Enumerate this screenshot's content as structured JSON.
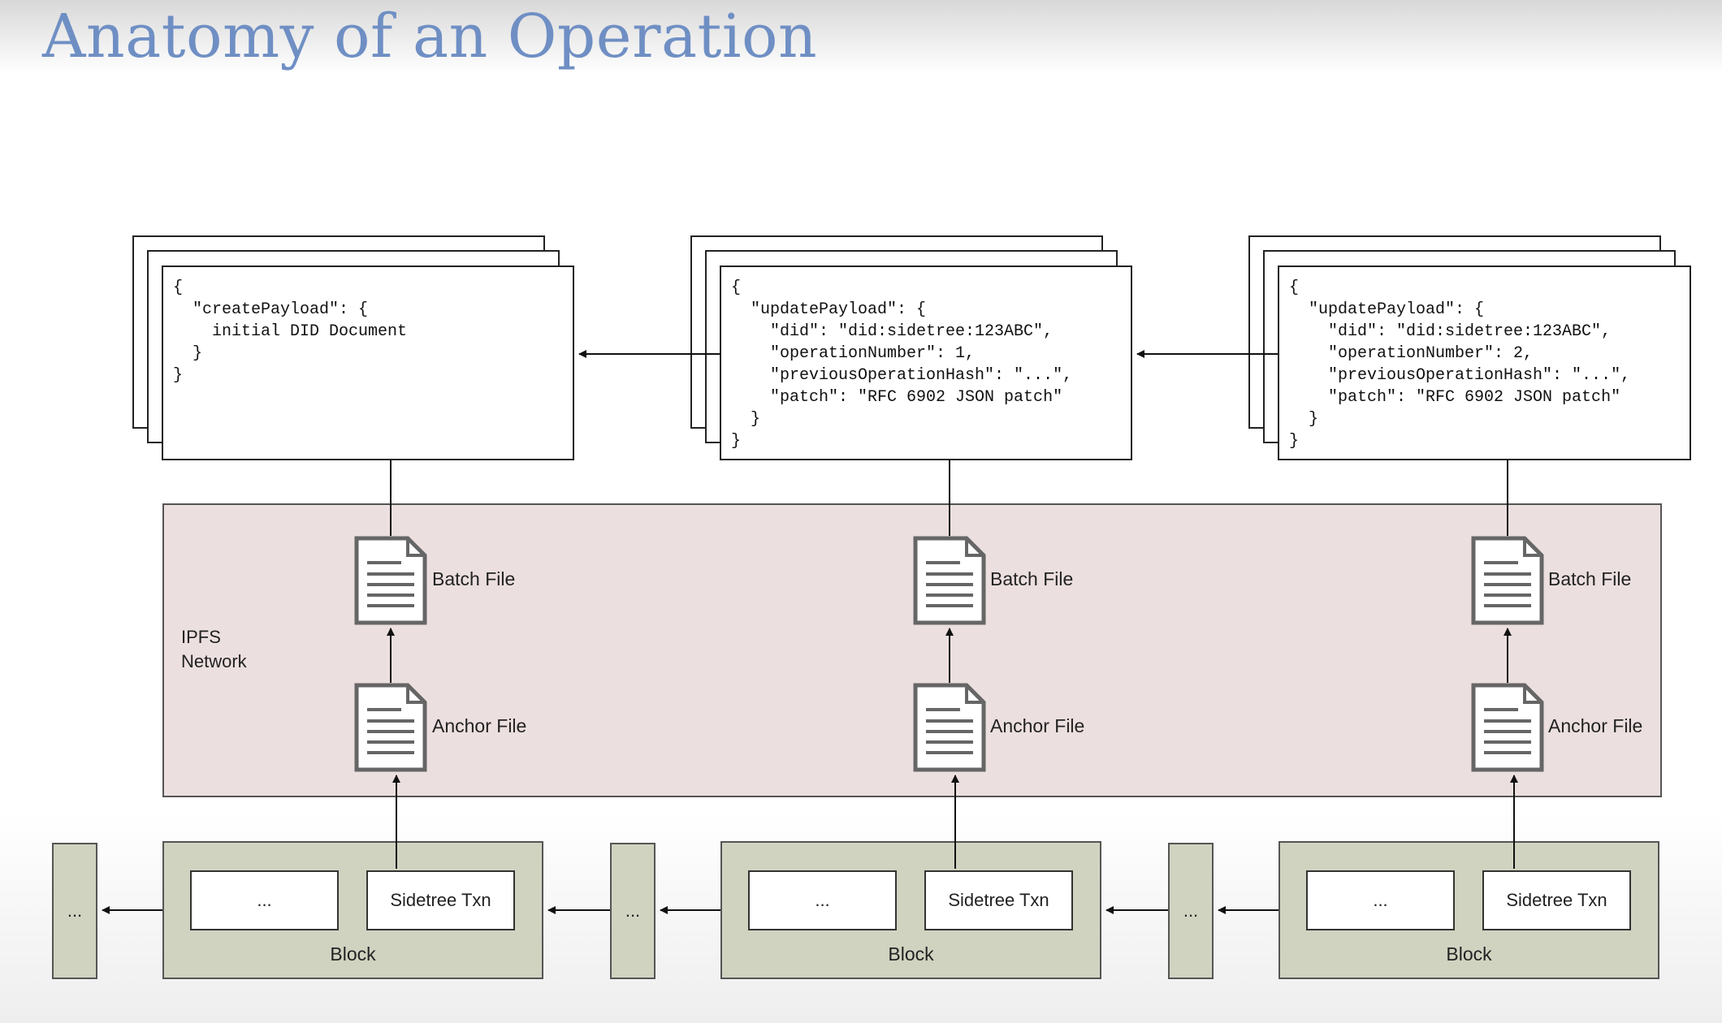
{
  "title": "Anatomy of an Operation",
  "payloads": [
    "{\n  \"createPayload\": {\n    initial DID Document\n  }\n}",
    "{\n  \"updatePayload\": {\n    \"did\": \"did:sidetree:123ABC\",\n    \"operationNumber\": 1,\n    \"previousOperationHash\": \"...\",\n    \"patch\": \"RFC 6902 JSON patch\"\n  }\n}",
    "{\n  \"updatePayload\": {\n    \"did\": \"did:sidetree:123ABC\",\n    \"operationNumber\": 2,\n    \"previousOperationHash\": \"...\",\n    \"patch\": \"RFC 6902 JSON patch\"\n  }\n}"
  ],
  "ipfs_label": "IPFS\nNetwork",
  "batch_file_label": "Batch File",
  "anchor_file_label": "Anchor File",
  "block_label": "Block",
  "ellipsis": "...",
  "sidetree_txn_label": "Sidetree Txn",
  "icons": {
    "file": "document-icon",
    "arrow": "arrowhead"
  },
  "colors": {
    "title": "#6f8fc4",
    "ipfs_region": "#ecdfdf",
    "block": "#d1d3c1"
  }
}
